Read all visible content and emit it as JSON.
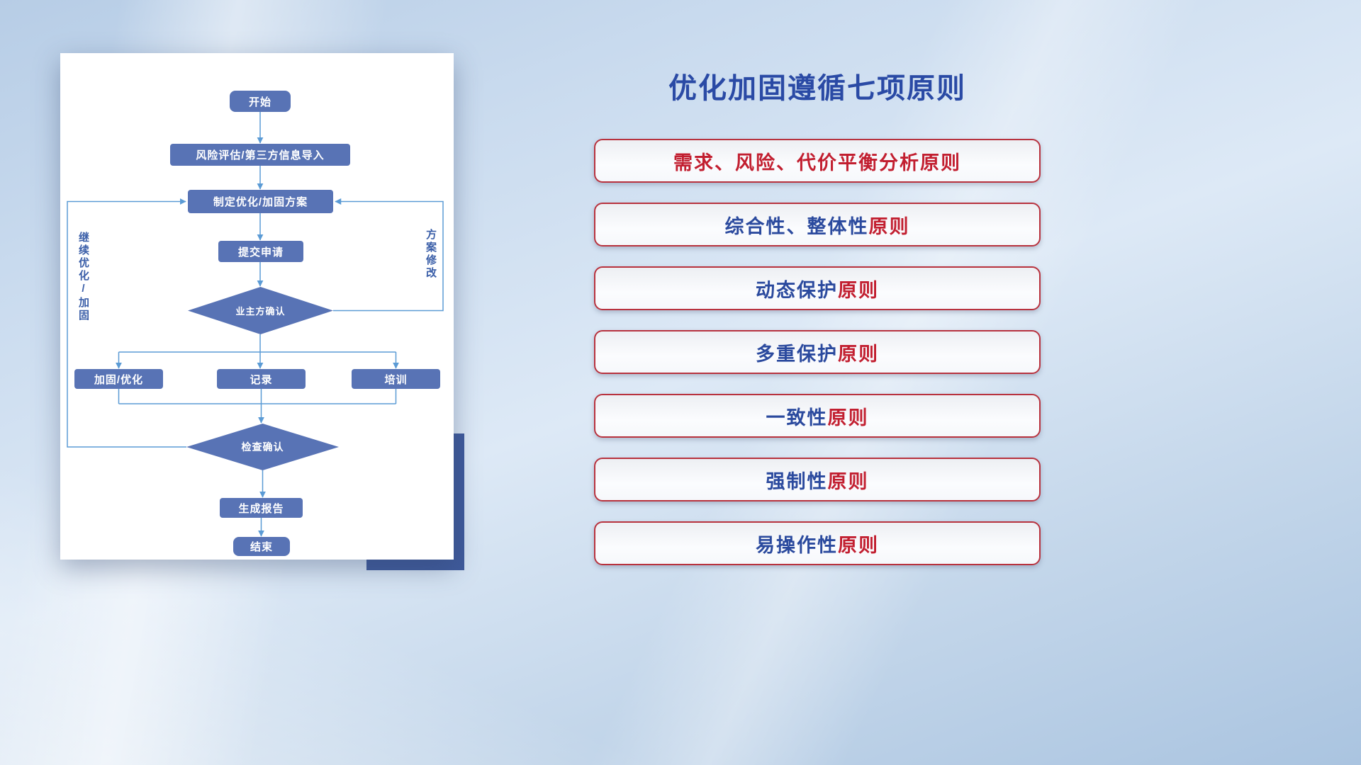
{
  "title": "优化加固遵循七项原则",
  "flowchart": {
    "nodes": {
      "start": "开始",
      "risk_import": "风险评估/第三方信息导入",
      "make_plan": "制定优化/加固方案",
      "submit": "提交申请",
      "owner_confirm": "业主方确认",
      "reinforce": "加固/优化",
      "record": "记录",
      "training": "培训",
      "check_confirm": "检查确认",
      "report": "生成报告",
      "end": "结束"
    },
    "labels": {
      "left_loop": "继续优化/加固",
      "right_loop": "方案修改"
    }
  },
  "principles": [
    {
      "segments": [
        {
          "text": "需求、风险、代价平衡分析原则",
          "color": "#c21f30"
        }
      ]
    },
    {
      "segments": [
        {
          "text": "综合性、整体性",
          "color": "#2b4a9e"
        },
        {
          "text": "原则",
          "color": "#c21f30"
        }
      ]
    },
    {
      "segments": [
        {
          "text": "动态保护",
          "color": "#2b4a9e"
        },
        {
          "text": "原则",
          "color": "#c21f30"
        }
      ]
    },
    {
      "segments": [
        {
          "text": "多重保护",
          "color": "#2b4a9e"
        },
        {
          "text": "原则",
          "color": "#c21f30"
        }
      ]
    },
    {
      "segments": [
        {
          "text": "一致性",
          "color": "#2b4a9e"
        },
        {
          "text": "原则",
          "color": "#c21f30"
        }
      ]
    },
    {
      "segments": [
        {
          "text": "强制性",
          "color": "#2b4a9e"
        },
        {
          "text": "原则",
          "color": "#c21f30"
        }
      ]
    },
    {
      "segments": [
        {
          "text": "易操作性",
          "color": "#2b4a9e"
        },
        {
          "text": "原则",
          "color": "#c21f30"
        }
      ]
    }
  ],
  "colors": {
    "title": "#2a4aa5",
    "node_fill": "#5873b5",
    "connector": "#5b9bd5",
    "loop_label": "#3a5ea8",
    "principle_border": "#b8323e",
    "accent_block": "#3f5a9b"
  }
}
